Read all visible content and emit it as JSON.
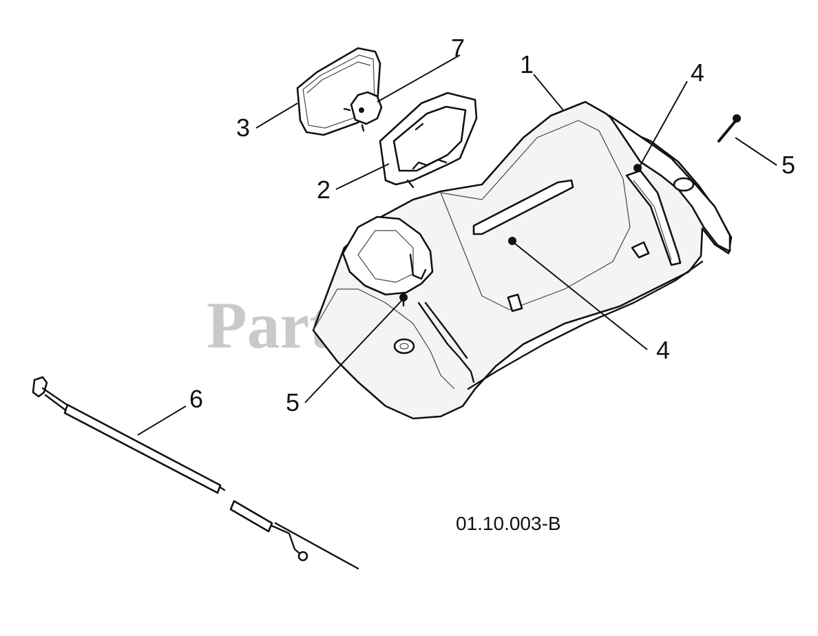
{
  "diagram": {
    "drawing_code": "01.10.003-B",
    "watermark": "PartsTree",
    "callouts": [
      {
        "id": "c1",
        "label": "1"
      },
      {
        "id": "c2",
        "label": "2"
      },
      {
        "id": "c3",
        "label": "3"
      },
      {
        "id": "c4a",
        "label": "4"
      },
      {
        "id": "c4b",
        "label": "4"
      },
      {
        "id": "c5a",
        "label": "5"
      },
      {
        "id": "c5b",
        "label": "5"
      },
      {
        "id": "c6",
        "label": "6"
      },
      {
        "id": "c7",
        "label": "7"
      }
    ]
  }
}
